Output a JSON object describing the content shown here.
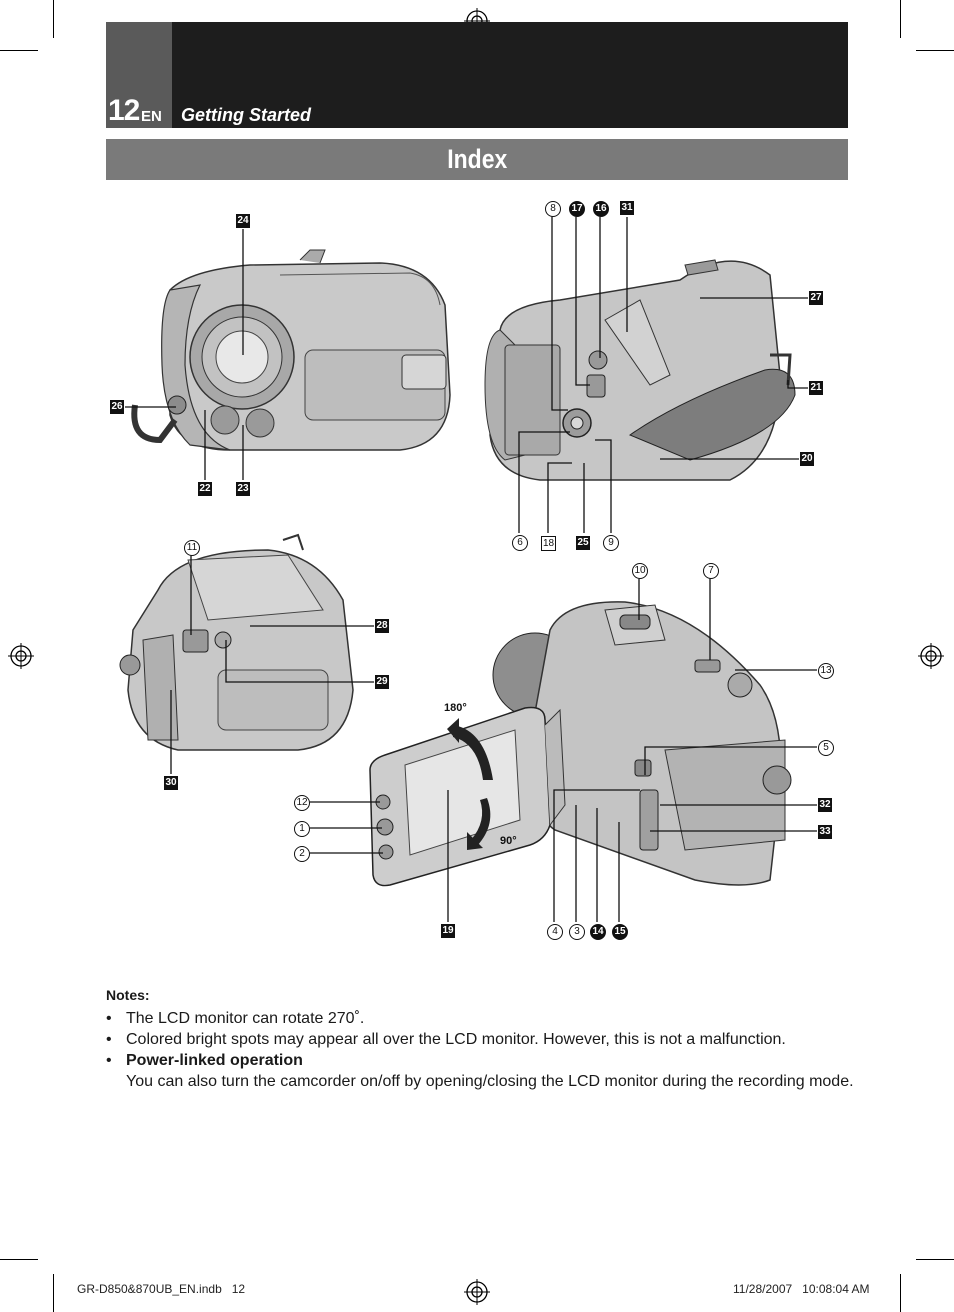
{
  "header": {
    "page_number": "12",
    "language": "EN",
    "section": "Getting Started"
  },
  "title": "Index",
  "labels": {
    "front": {
      "l24": "24",
      "l26": "26",
      "l22": "22",
      "l23": "23"
    },
    "rear": {
      "l8": "8",
      "l17": "17",
      "l16": "16",
      "l31": "31",
      "l27": "27",
      "l21": "21",
      "l20": "20",
      "l6": "6",
      "l18": "18",
      "l25": "25",
      "l9": "9"
    },
    "bottom": {
      "l11": "11",
      "l28": "28",
      "l29": "29",
      "l30": "30"
    },
    "open": {
      "l10": "10",
      "l7": "7",
      "l13": "13",
      "l5": "5",
      "l32": "32",
      "l33": "33",
      "l12": "12",
      "l1": "1",
      "l2": "2",
      "l19": "19",
      "l4": "4",
      "l3": "3",
      "l14": "14",
      "l15": "15"
    }
  },
  "rotation": {
    "deg180": "180°",
    "deg90": "90°"
  },
  "notes": {
    "heading": "Notes:",
    "item1": "The LCD monitor can rotate 270˚.",
    "item2": "Colored bright spots may appear all over the LCD monitor. However, this is not a malfunction.",
    "item3_title": "Power-linked operation",
    "item3_body": "You can also turn the camcorder on/off by opening/closing the LCD monitor during the recording mode."
  },
  "footer": {
    "file": "GR-D850&870UB_EN.indb   12",
    "datetime": "11/28/2007   10:08:04 AM"
  }
}
